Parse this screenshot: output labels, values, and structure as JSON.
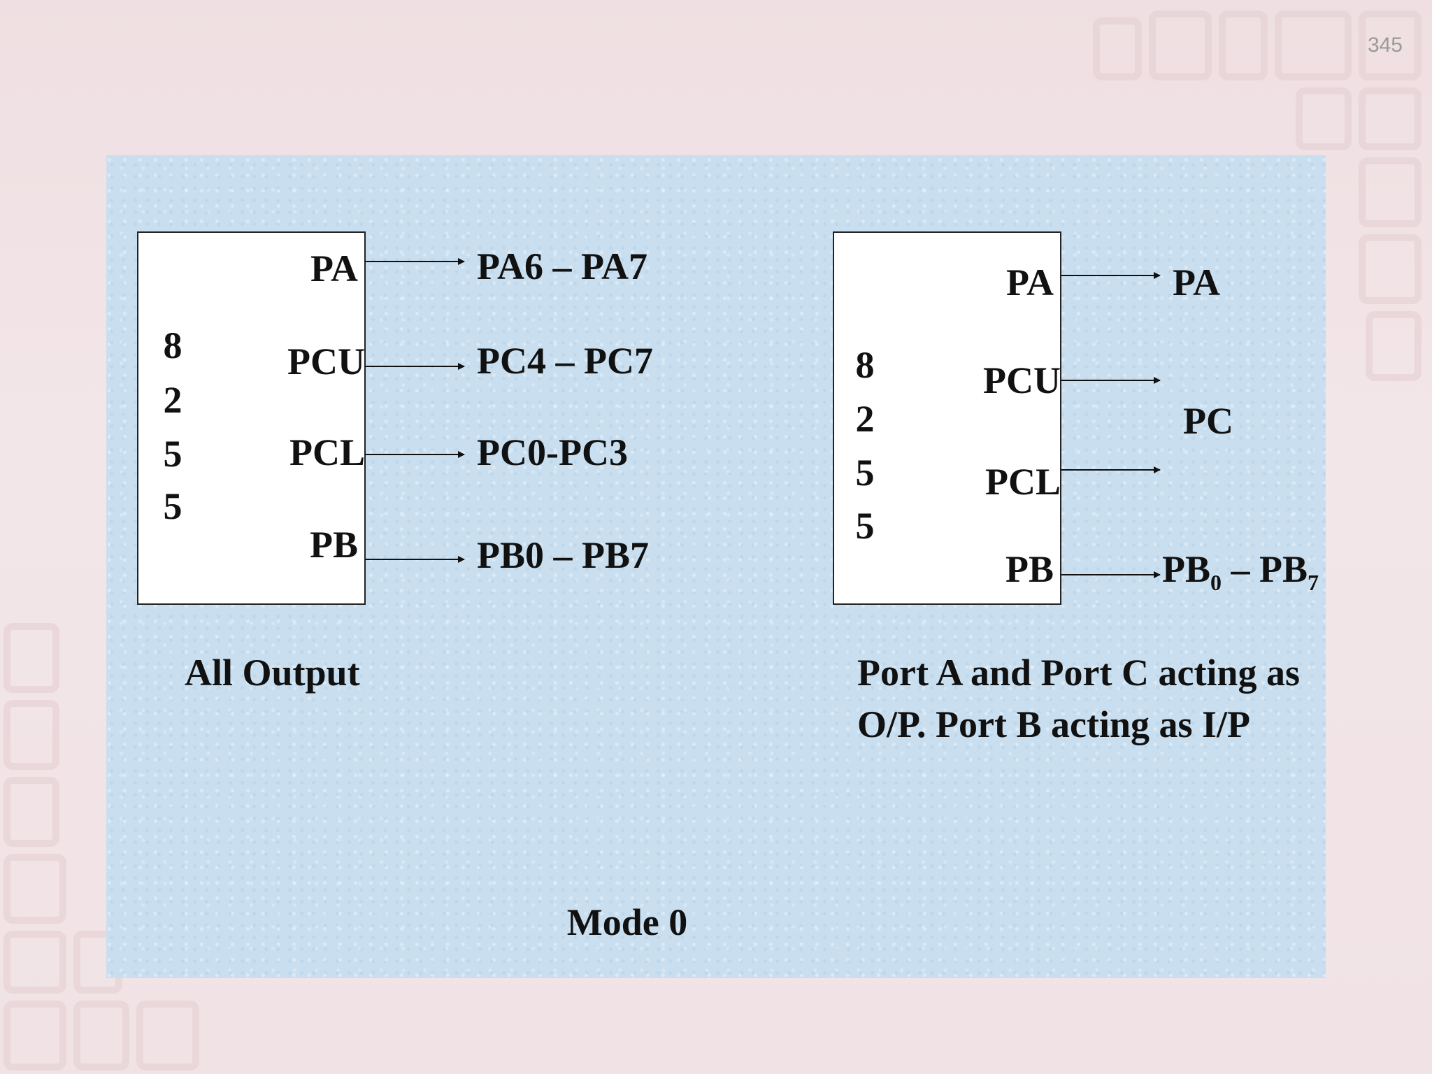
{
  "page_number": "345",
  "left_diagram": {
    "chip_digits": [
      "8",
      "2",
      "5",
      "5"
    ],
    "pins": [
      "PA",
      "PCU",
      "PCL",
      "PB"
    ],
    "outputs": [
      "PA6 – PA7",
      "PC4 – PC7",
      "PC0-PC3",
      "PB0 – PB7"
    ],
    "caption": "All Output"
  },
  "right_diagram": {
    "chip_digits": [
      "8",
      "2",
      "5",
      "5"
    ],
    "pins": [
      "PA",
      "PCU",
      "PCL",
      "PB"
    ],
    "output_pa": "PA",
    "output_pc": "PC",
    "output_pb": {
      "a": "PB",
      "a_sub": "0",
      "dash": " – ",
      "b": "PB",
      "b_sub": "7"
    },
    "caption_line1": "Port A and Port C acting as",
    "caption_line2": "O/P. Port B acting as I/P"
  },
  "mode_label": "Mode 0"
}
